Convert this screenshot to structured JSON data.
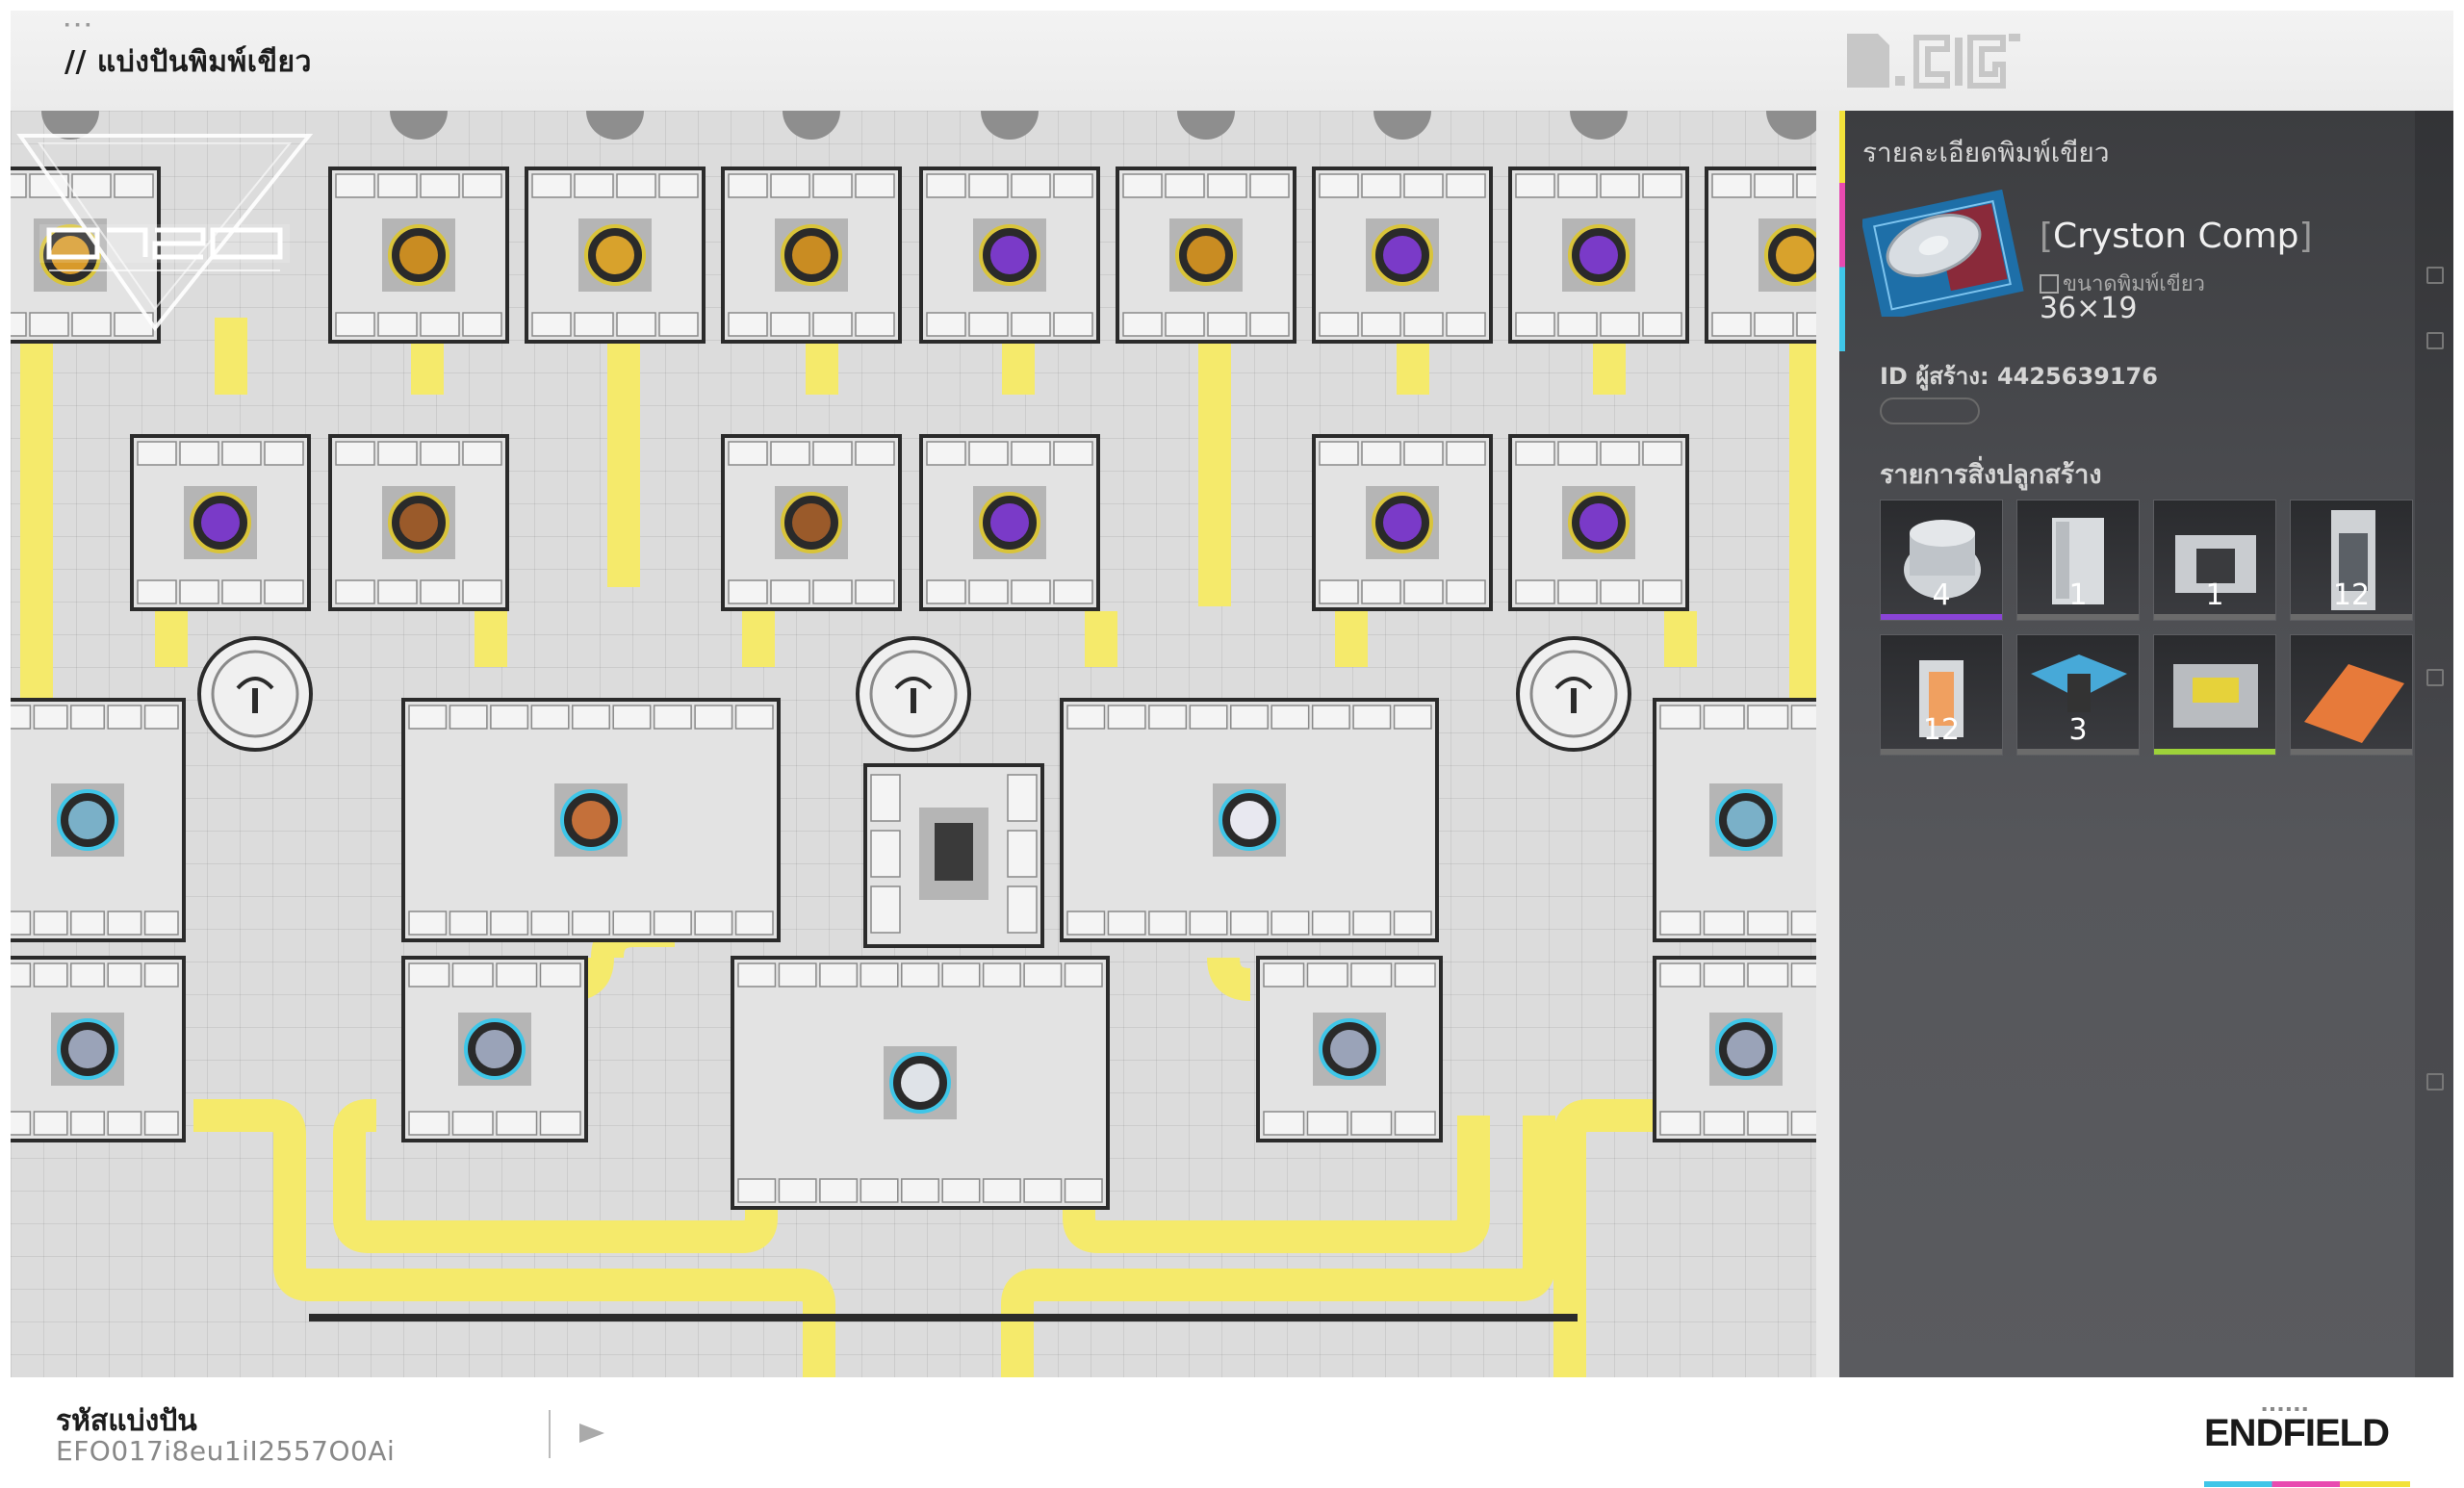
{
  "header": {
    "title": "// แบ่งปันพิมพ์เขียว"
  },
  "panel": {
    "title": "รายละเอียดพิมพ์เขียว",
    "blueprint_name": "Cryston Comp",
    "size_label": "ขนาดพิมพ์เขียว",
    "size_value": "36×19",
    "creator_id": "ID ผู้สร้าง: 4425639176",
    "build_list_title": "รายการสิ่งปลูกสร้าง",
    "build_items": [
      {
        "name": "refining-unit",
        "count": "4",
        "bar": "purple"
      },
      {
        "name": "storage-tower",
        "count": "1",
        "bar": "gray"
      },
      {
        "name": "protocol-unit",
        "count": "1",
        "bar": "gray"
      },
      {
        "name": "pylon-tower",
        "count": "12",
        "bar": "gray"
      },
      {
        "name": "power-cell",
        "count": "12",
        "bar": "gray"
      },
      {
        "name": "splitter",
        "count": "3",
        "bar": "gray"
      },
      {
        "name": "depot-core",
        "count": "",
        "bar": "green"
      },
      {
        "name": "floor-tile",
        "count": "",
        "bar": "gray"
      }
    ]
  },
  "footer": {
    "code_label": "รหัสแบ่งปัน",
    "code_value": "EFO017i8eu1iI2557O0Ai",
    "brand": "ENDFIELD"
  },
  "colors": {
    "belt": "#f5ea6b",
    "machine_frame": "#2b2b2b",
    "machine_fill": "#e1e1e1",
    "panel_bg": "#4a4b4f",
    "accent_yellow": "#f2e23a",
    "accent_pink": "#e84ab0",
    "accent_cyan": "#3fc6e8"
  }
}
